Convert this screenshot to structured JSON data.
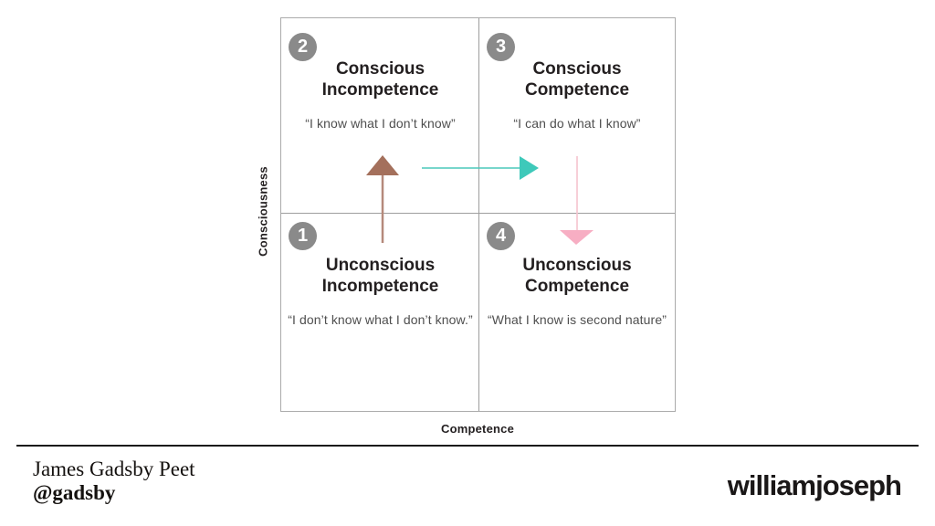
{
  "matrix": {
    "quadrants": [
      {
        "number": "2",
        "title": "Conscious Incompetence",
        "quote": "“I know what I don’t know”"
      },
      {
        "number": "3",
        "title": "Conscious Competence",
        "quote": "“I can do what I know”"
      },
      {
        "number": "1",
        "title": "Unconscious Incompetence",
        "quote": "“I don’t know what I don’t know.”"
      },
      {
        "number": "4",
        "title": "Unconscious Competence",
        "quote": "“What I know is second nature”"
      }
    ]
  },
  "axes": {
    "y_label": "Consciousness",
    "x_label": "Competence"
  },
  "arrows": {
    "up": {
      "icon": "arrow-up-icon",
      "head_color": "#a4705c",
      "stem_color": "#b5897b"
    },
    "right": {
      "icon": "arrow-right-icon",
      "head_color": "#3ec9ba",
      "stem_color": "#4cc9bc"
    },
    "down": {
      "icon": "arrow-down-icon",
      "head_color": "#f7aec3",
      "stem_color": "#f5c3cf"
    }
  },
  "colors": {
    "badge_background": "#8a8a8a",
    "badge_number": "#ffffff",
    "matrix_border": "#ababab",
    "title_text": "#231f20",
    "quote_text": "#4f4f4f",
    "footer_divider": "#1a1a1a"
  },
  "footer": {
    "author": "James Gadsby Peet",
    "handle": "@gadsby",
    "logo": "williamjoseph"
  }
}
